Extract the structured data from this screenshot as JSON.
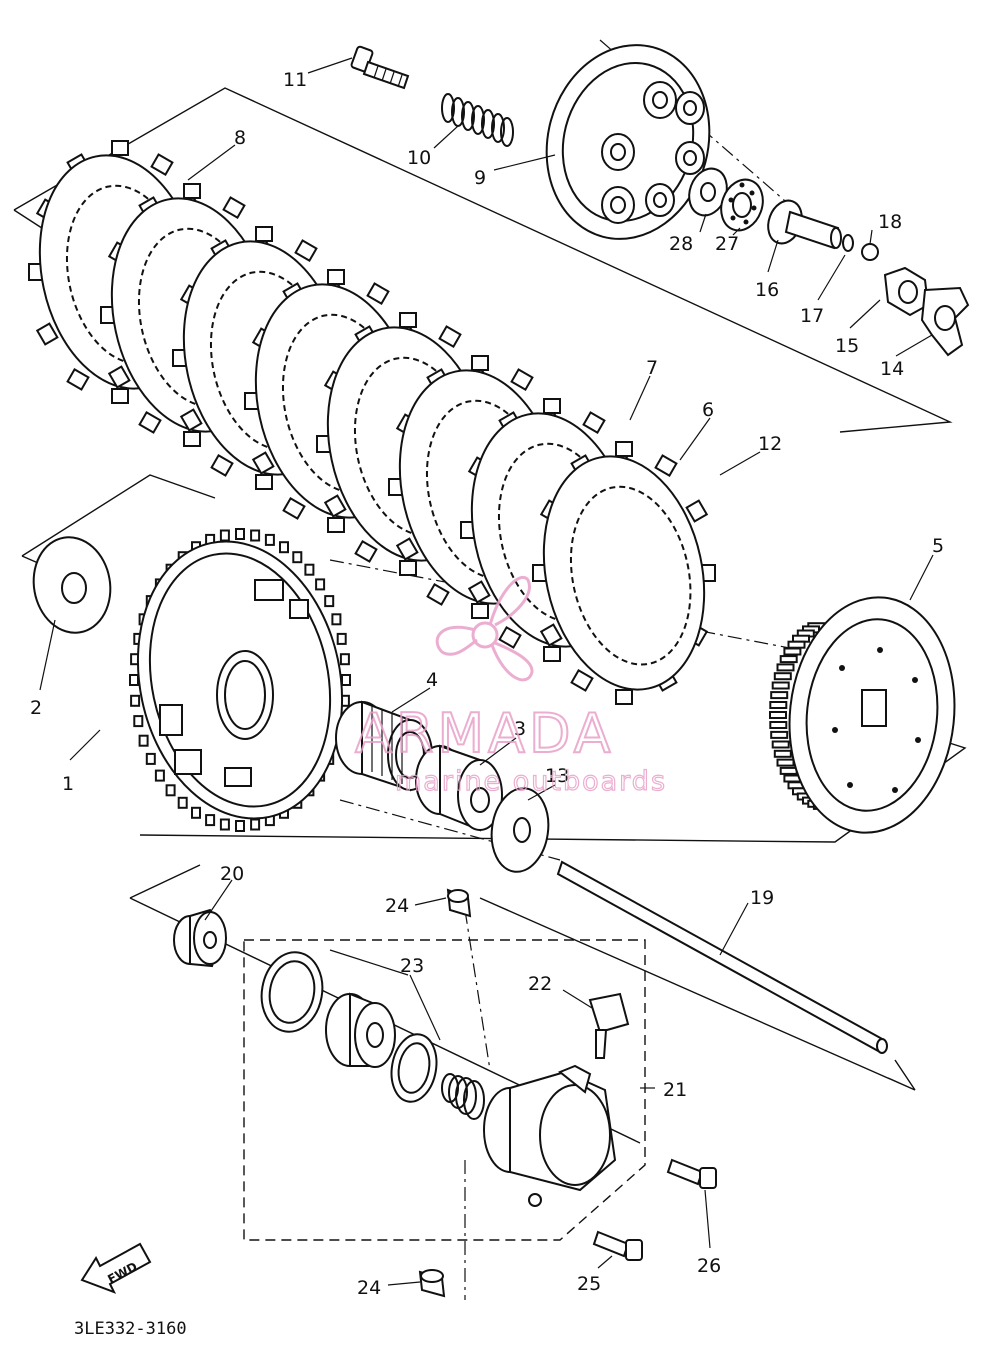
{
  "diagram": {
    "code": "3LE332-3160",
    "fwd_label": "FWD",
    "callouts": [
      "1",
      "2",
      "3",
      "4",
      "5",
      "6",
      "7",
      "8",
      "9",
      "10",
      "11",
      "12",
      "13",
      "14",
      "15",
      "16",
      "17",
      "18",
      "19",
      "20",
      "21",
      "22",
      "23",
      "24",
      "24",
      "25",
      "26",
      "27",
      "28"
    ]
  },
  "watermark": {
    "brand": "ARMADA",
    "tagline": "marine outboards",
    "color": "#e8a0c8"
  }
}
